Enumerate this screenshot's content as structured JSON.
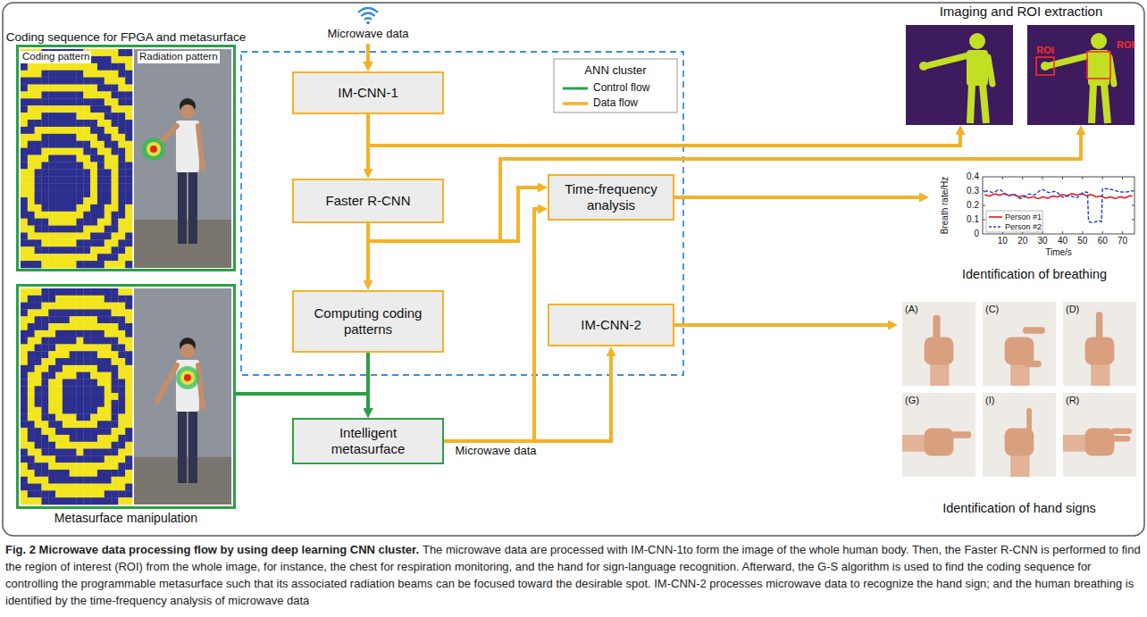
{
  "diagram": {
    "title": "Fig. 2 Microwave data processing flow by using deep learning CNN cluster.",
    "caption": "The microwave data are processed with IM-CNN-1to form the image of the whole human body. Then, the Faster R-CNN is performed to find the region of interest (ROI) from the whole image, for instance, the chest for respiration monitoring, and the hand for sign-language recognition. Afterward, the G-S algorithm is used to find the coding sequence for controlling the programmable metasurface such that its associated radiation beams can be focused toward the desirable spot. IM-CNN-2 processes microwave data to recognize the hand sign; and the human breathing is identified by the time-frequency analysis of microwave data",
    "nodes": [
      {
        "text": [
          "Coding sequence for FPGA and metasurface",
          "Coding pattern",
          "Radiation pattern"
        ]
      },
      {
        "text": [
          "Metasurface manipulation"
        ]
      },
      {
        "text": [
          "IM-CNN-1"
        ]
      },
      {
        "text": [
          "Faster R-CNN"
        ]
      },
      {
        "text": [
          "Computing coding patterns"
        ]
      },
      {
        "text": [
          "Time-frequency analysis"
        ]
      },
      {
        "text": [
          "IM-CNN-2"
        ]
      },
      {
        "text": [
          "Intelligent metasurface"
        ]
      },
      {
        "text": [
          "Imaging and ROI extraction"
        ]
      },
      {
        "text": [
          "Identification of breathing"
        ]
      },
      {
        "text": [
          "Identification of hand signs"
        ]
      }
    ],
    "edges": [
      {
        "from": 2,
        "to": 3,
        "arrow": "to"
      },
      {
        "from": 3,
        "to": 4,
        "arrow": "to"
      },
      {
        "from": 2,
        "to": 8,
        "arrow": "to"
      },
      {
        "from": 3,
        "to": 8,
        "arrow": "to"
      },
      {
        "from": 3,
        "to": 5,
        "arrow": "to"
      },
      {
        "from": 4,
        "to": 7,
        "arrow": "to"
      },
      {
        "from": 1,
        "to": 7,
        "arrow": "to"
      },
      {
        "from": 7,
        "to": 5,
        "arrow": "to"
      },
      {
        "from": 7,
        "to": 6,
        "arrow": "to"
      },
      {
        "from": 5,
        "to": 9,
        "arrow": "to"
      },
      {
        "from": 6,
        "to": 10,
        "arrow": "to"
      }
    ],
    "labels": [
      "Microwave data",
      "ANN cluster",
      "ROI",
      "ROI",
      "Breath rate/Hz",
      "0",
      "0.1",
      "0.2",
      "0.3",
      "0.4",
      "10",
      "20",
      "30",
      "40",
      "50",
      "60",
      "70",
      "Time/s",
      "(A)",
      "(C)",
      "(D)",
      "(G)",
      "(I)",
      "(R)",
      "Microwave data"
    ],
    "legend": [
      {
        "text": "Control flow"
      },
      {
        "text": "Data flow"
      },
      {
        "text": "Person #1"
      },
      {
        "text": "Person #2"
      }
    ]
  }
}
